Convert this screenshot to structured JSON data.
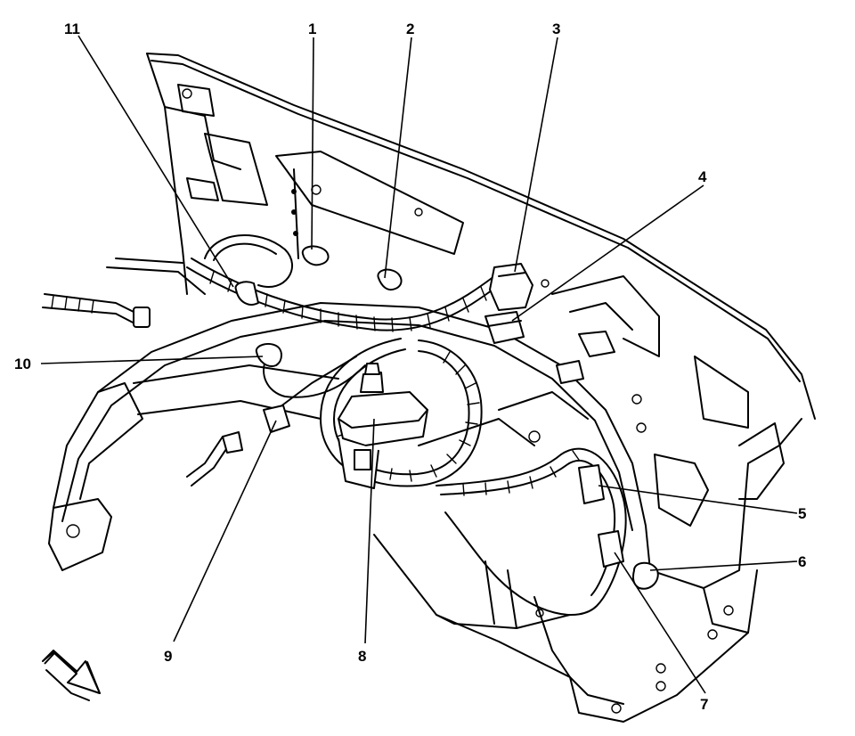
{
  "diagram": {
    "callouts": [
      {
        "id": "c1",
        "label": "1"
      },
      {
        "id": "c2",
        "label": "2"
      },
      {
        "id": "c3",
        "label": "3"
      },
      {
        "id": "c4",
        "label": "4"
      },
      {
        "id": "c5",
        "label": "5"
      },
      {
        "id": "c6",
        "label": "6"
      },
      {
        "id": "c7",
        "label": "7"
      },
      {
        "id": "c8",
        "label": "8"
      },
      {
        "id": "c9",
        "label": "9"
      },
      {
        "id": "c10",
        "label": "10"
      },
      {
        "id": "c11",
        "label": "11"
      }
    ],
    "icons": {
      "direction_arrow": "forward-direction-arrow-icon"
    }
  }
}
